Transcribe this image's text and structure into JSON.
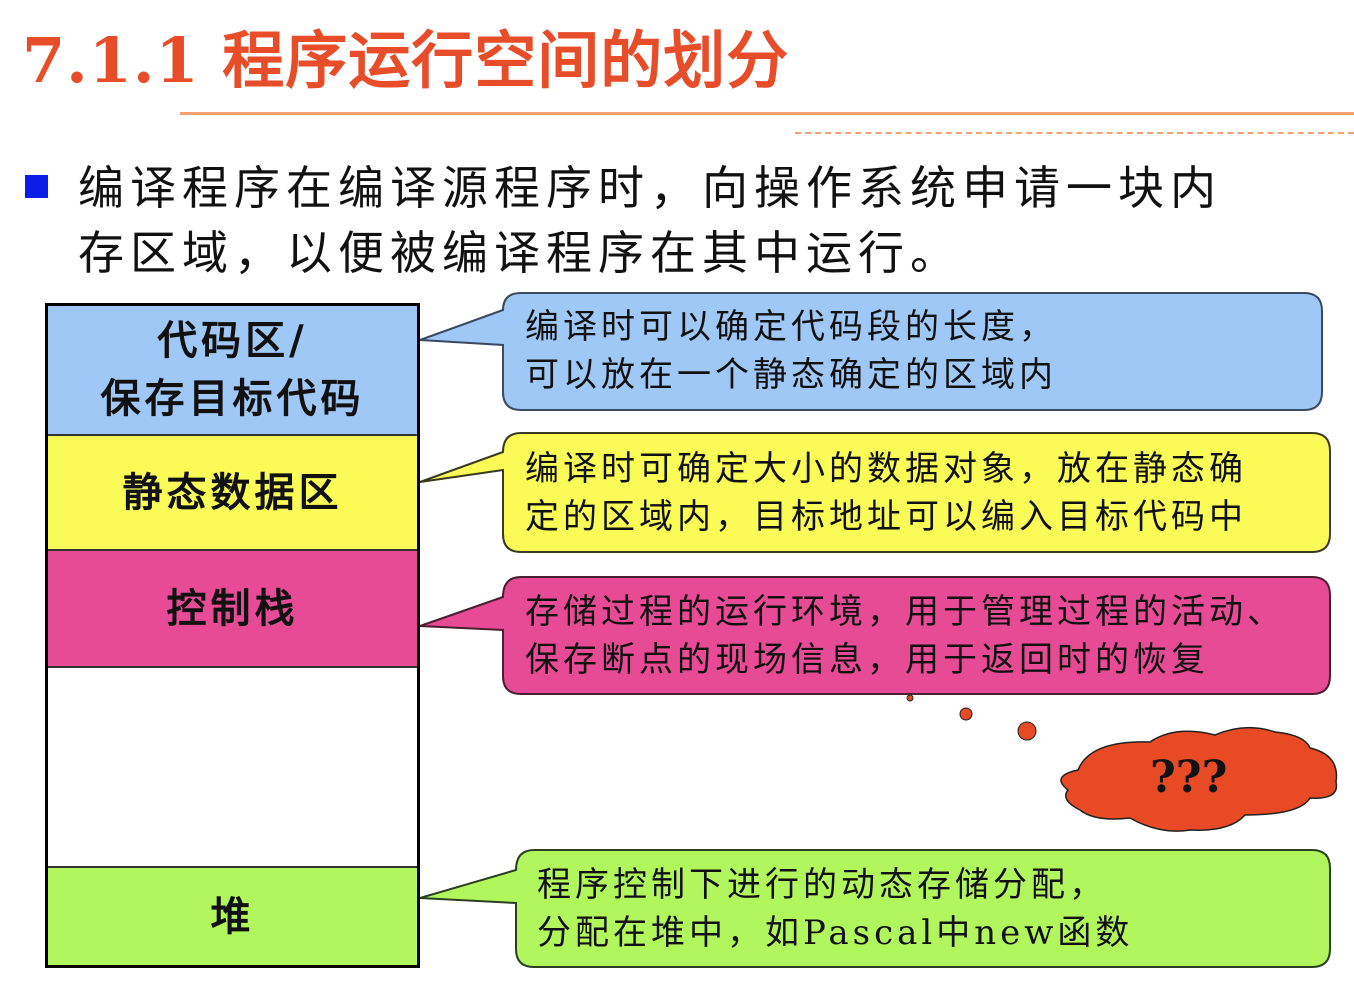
{
  "title": {
    "number": "7.1.1",
    "text": "程序运行空间的划分"
  },
  "bullet": {
    "line1": "编译程序在编译源程序时，向操作系统申请一块内",
    "line2": "存区域，以便被编译程序在其中运行。"
  },
  "memory_stack": {
    "code": {
      "line1": "代码区/",
      "line2": "保存目标代码"
    },
    "static": "静态数据区",
    "control": "控制栈",
    "heap": "堆"
  },
  "callouts": {
    "code": {
      "line1": "编译时可以确定代码段的长度，",
      "line2": "可以放在一个静态确定的区域内"
    },
    "static": {
      "line1": "编译时可确定大小的数据对象，放在静态确",
      "line2": "定的区域内，目标地址可以编入目标代码中"
    },
    "control": {
      "line1": "存储过程的运行环境，用于管理过程的活动、",
      "line2": "保存断点的现场信息，用于返回时的恢复"
    },
    "heap": {
      "line1": "程序控制下进行的动态存储分配，",
      "line2": "分配在堆中，如Pascal中new函数"
    }
  },
  "thought_cloud": "???",
  "colors": {
    "title": "#e84d2a",
    "blue": "#9fc8f7",
    "yellow": "#fbfb58",
    "pink": "#e84b95",
    "green": "#b2f65e",
    "cloud": "#e84a26"
  }
}
